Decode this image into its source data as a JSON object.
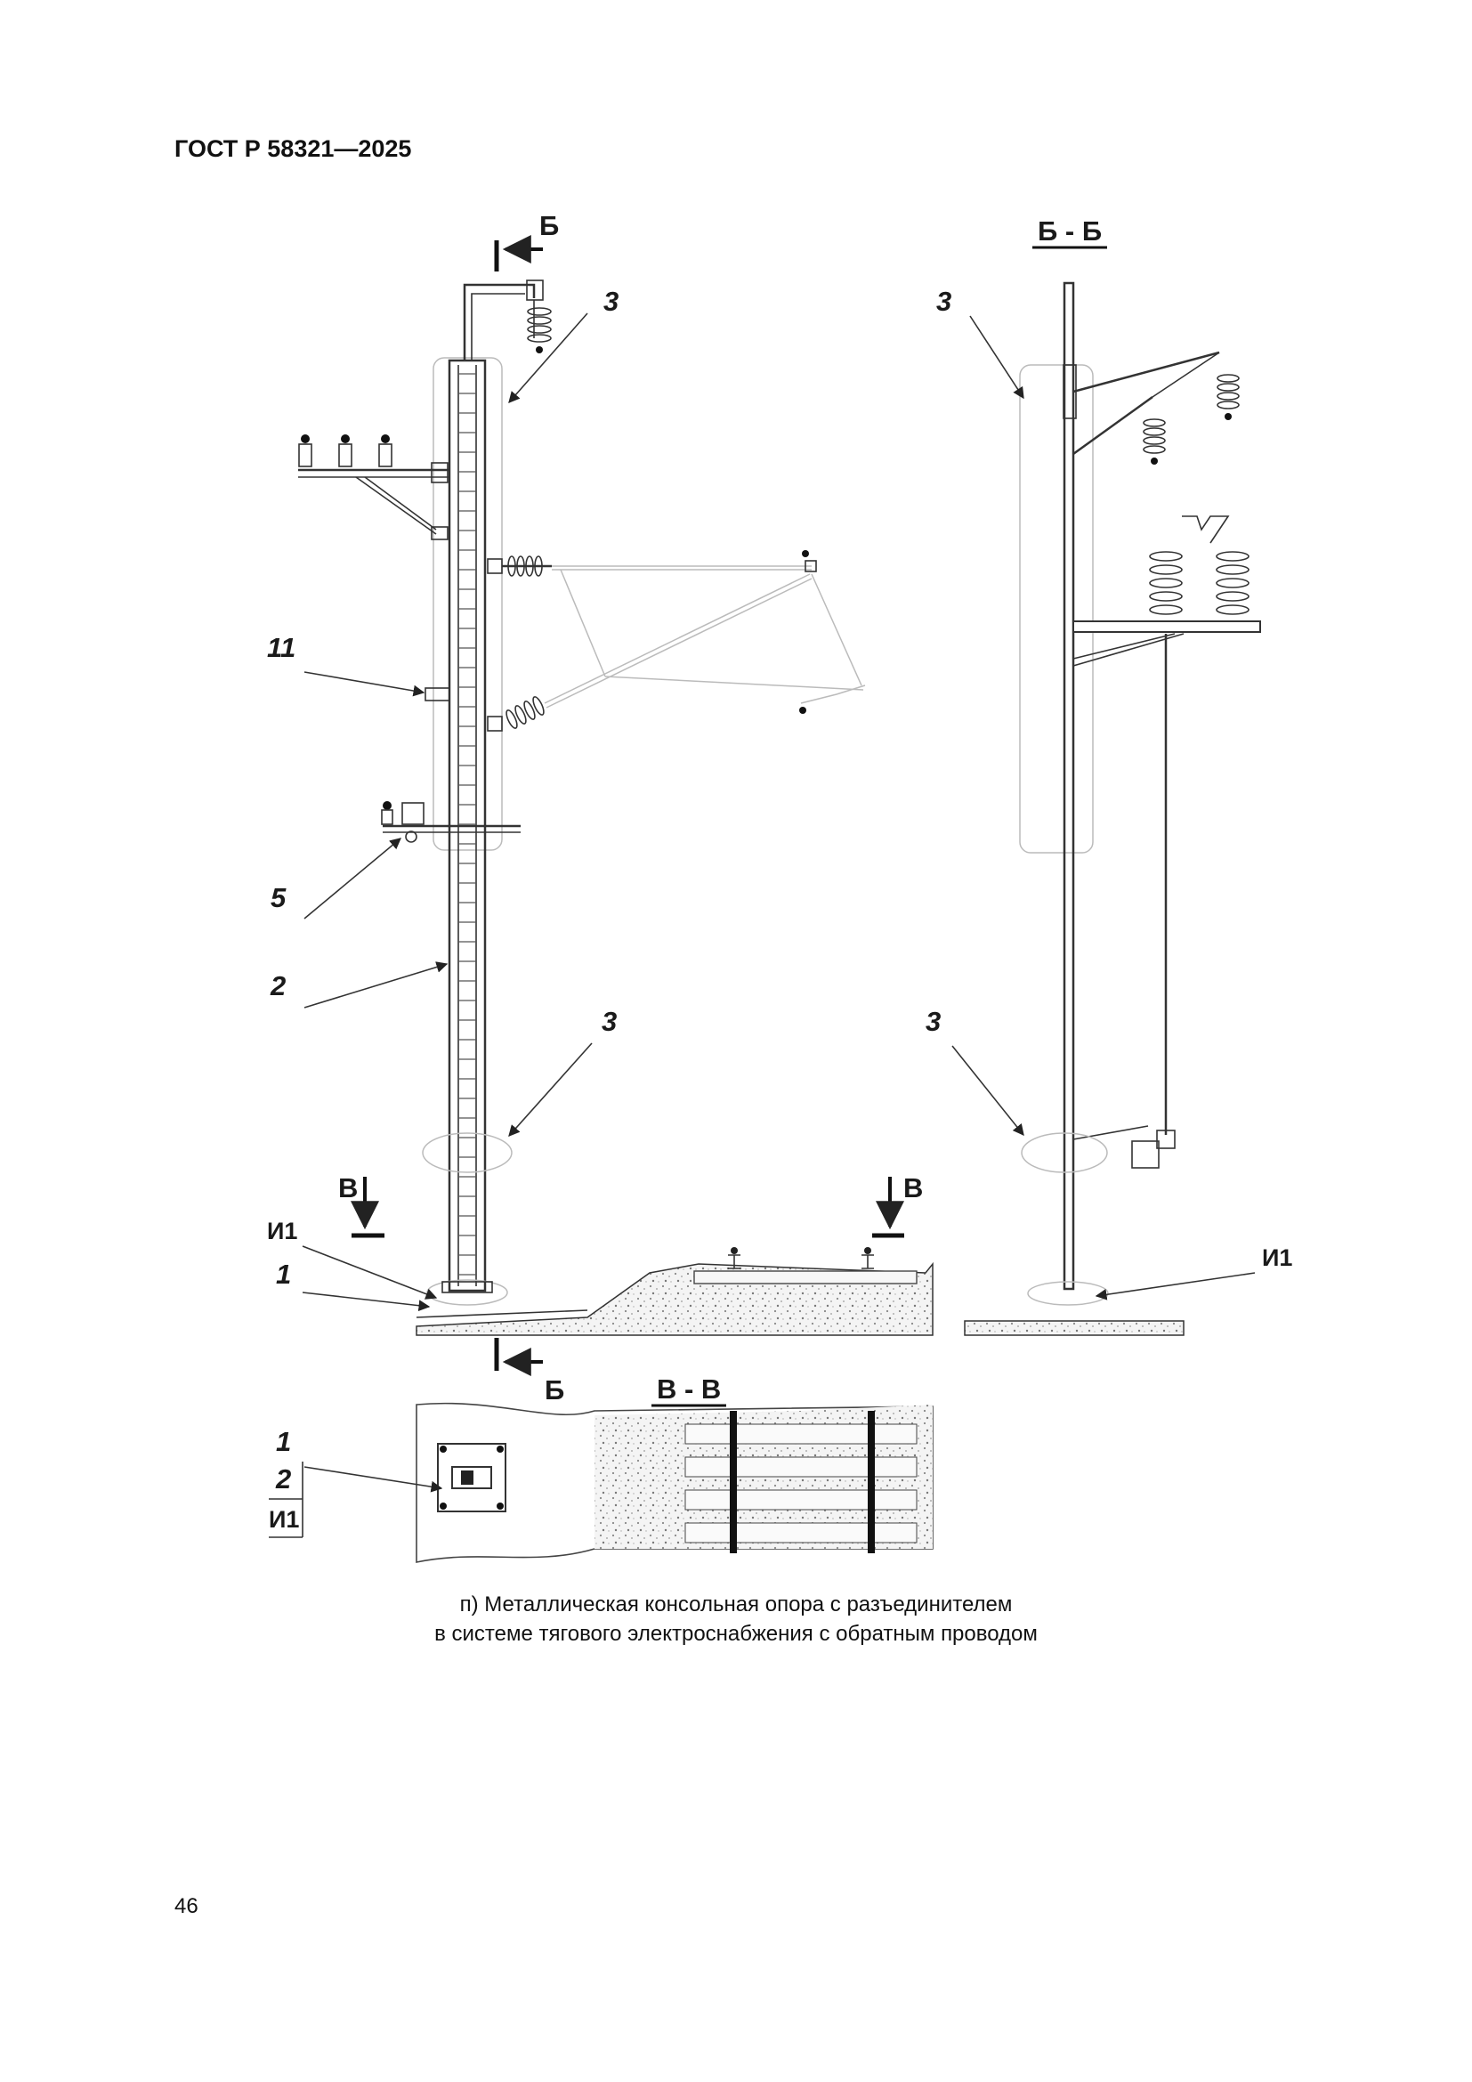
{
  "header": {
    "doc_id": "ГОСТ Р 58321—2025"
  },
  "labels": {
    "section_mark_top": "Б",
    "section_mark_bottom": "Б",
    "section_bb_title": "Б - Б",
    "section_vv_title": "В - В",
    "mark_v_left": "В",
    "mark_v_right": "В",
    "num_3": "3",
    "num_11": "11",
    "num_5": "5",
    "num_2": "2",
    "num_1": "1",
    "code_i1": "И1"
  },
  "caption": {
    "line1": "п) Металлическая консольная опора с разъединителем",
    "line2": "в системе тягового электроснабжения с обратным проводом"
  },
  "page_number": "46"
}
